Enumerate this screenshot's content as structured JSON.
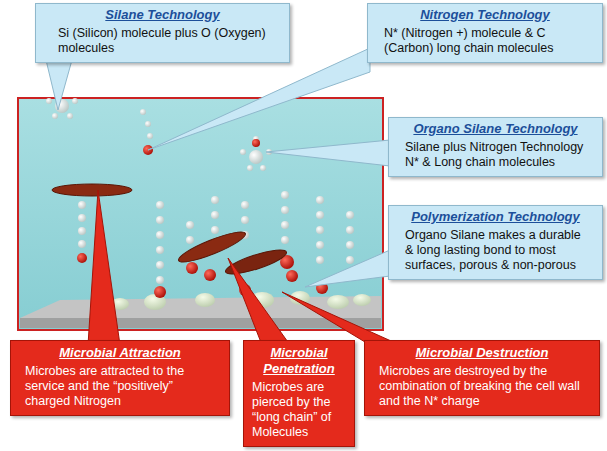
{
  "diagram": {
    "nodes": [
      {
        "text": [
          "Silane Technology",
          "Si (Silicon) molecule plus O (Oxygen) molecules"
        ]
      },
      {
        "text": [
          "Nitrogen Technology",
          "N* (Nitrogen +) molecule & C (Carbon) long chain molecules"
        ]
      },
      {
        "text": [
          "Organo Silane Technology",
          "Silane plus Nitrogen Technology N* & Long chain molecules"
        ]
      },
      {
        "text": [
          "Polymerization Technology",
          "Organo Silane makes a durable & long lasting bond to most surfaces, porous & non-porous"
        ]
      },
      {
        "text": [
          "Microbial Attraction",
          "Microbes are attracted to the service and the “positively” charged Nitrogen"
        ]
      },
      {
        "text": [
          "Microbial Penetration",
          "Microbes are pierced by the “long chain” of Molecules"
        ]
      },
      {
        "text": [
          "Microbial Destruction",
          "Microbes are destroyed by the combination of breaking the cell wall and the N* charge"
        ]
      }
    ]
  }
}
